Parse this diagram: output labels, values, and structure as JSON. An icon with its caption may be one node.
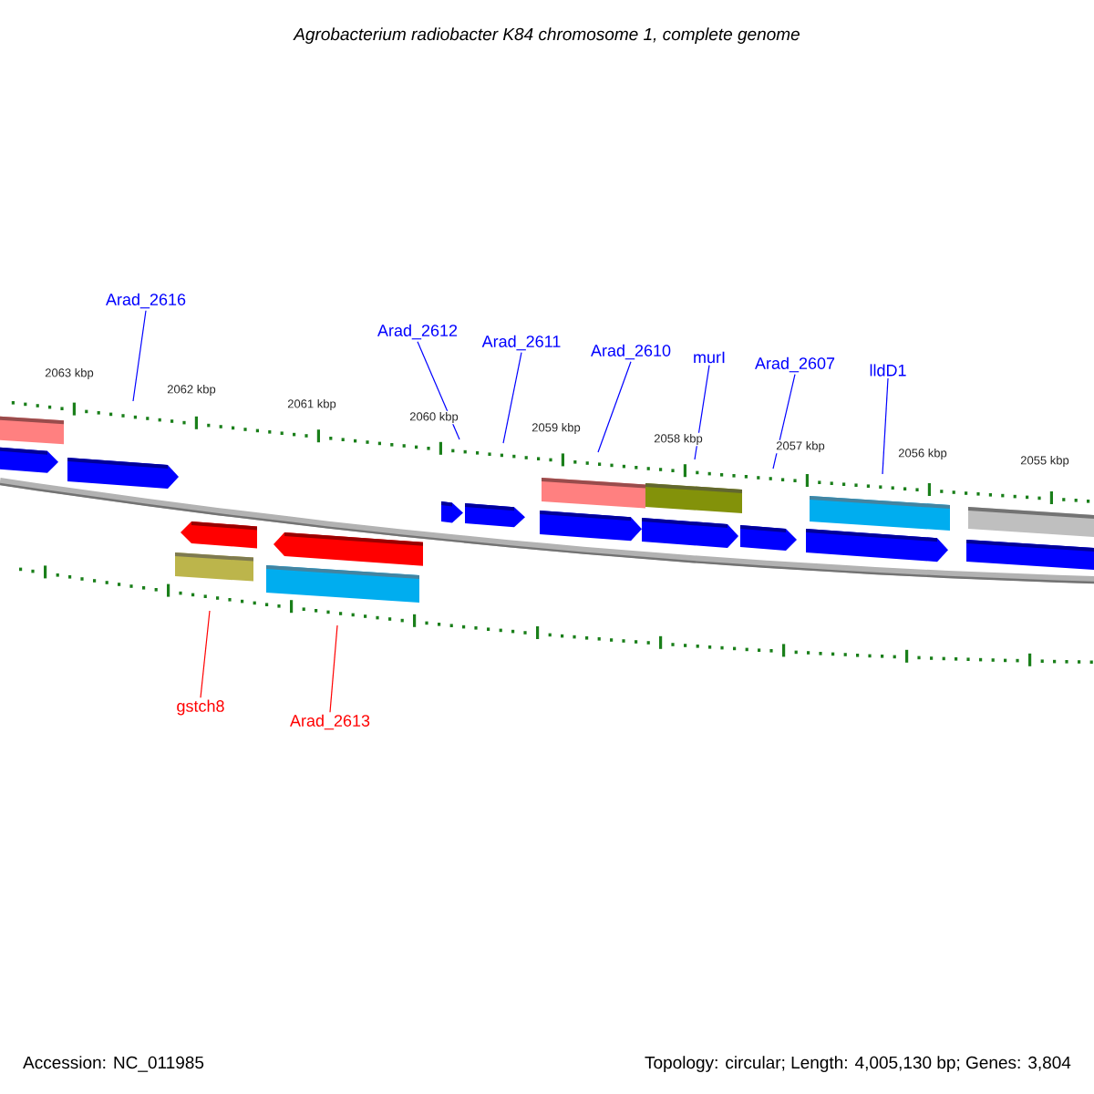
{
  "diagram": {
    "title": "Agrobacterium radiobacter K84 chromosome 1, complete genome",
    "nodes": [
      {
        "text": [
          "Arad_2616"
        ]
      },
      {
        "text": [
          "Arad_2612"
        ]
      },
      {
        "text": [
          "Arad_2611"
        ]
      },
      {
        "text": [
          "Arad_2610"
        ]
      },
      {
        "text": [
          "murI"
        ]
      },
      {
        "text": [
          "Arad_2607"
        ]
      },
      {
        "text": [
          "lldD1"
        ]
      },
      {
        "text": [
          "gstch8"
        ]
      },
      {
        "text": [
          "Arad_2613"
        ]
      }
    ],
    "edges": [
      {
        "from": 0,
        "to": null,
        "arrow": "none"
      },
      {
        "from": 1,
        "to": null,
        "arrow": "none"
      },
      {
        "from": 2,
        "to": null,
        "arrow": "none"
      },
      {
        "from": 3,
        "to": null,
        "arrow": "none"
      },
      {
        "from": 4,
        "to": null,
        "arrow": "none"
      },
      {
        "from": 5,
        "to": null,
        "arrow": "none"
      },
      {
        "from": 6,
        "to": null,
        "arrow": "none"
      },
      {
        "from": 7,
        "to": null,
        "arrow": "none",
        "color": "#ff0000"
      },
      {
        "from": 8,
        "to": null,
        "arrow": "none",
        "color": "#ff0000"
      }
    ],
    "labels": [
      "2063 kbp",
      "2062 kbp",
      "2061 kbp",
      "2060 kbp",
      "2059 kbp",
      "2058 kbp",
      "2057 kbp",
      "2056 kbp",
      "2055 kbp",
      "Accession: NC_011985",
      "Topology: circular; Length: 4,005,130 bp; Genes: 3,804"
    ]
  }
}
